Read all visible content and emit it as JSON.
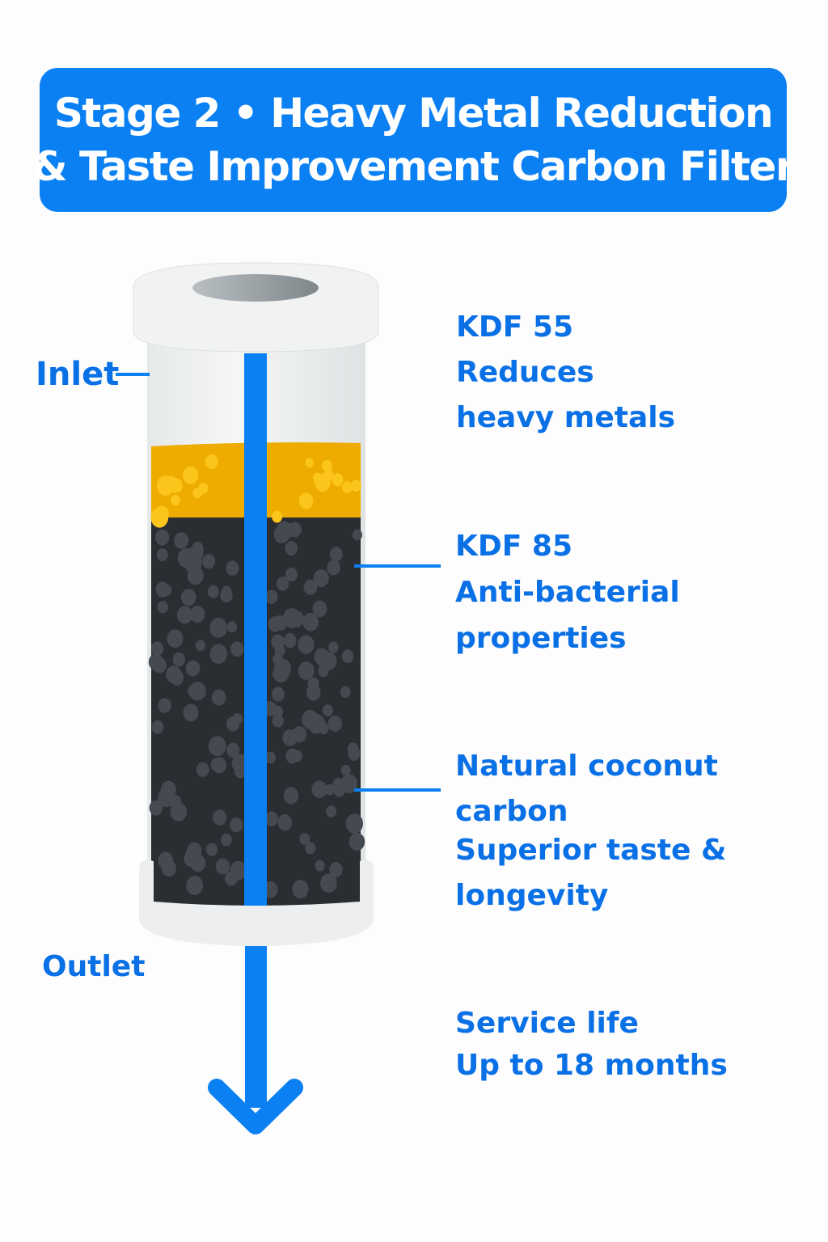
{
  "title": {
    "line1": "Stage 2 • Heavy Metal Reduction",
    "line2": "& Taste Improvement Carbon Filter"
  },
  "labels": {
    "inlet": "Inlet",
    "outlet": "Outlet",
    "kdf55": {
      "name": "KDF 55",
      "line1": "Reduces",
      "line2": "heavy metals"
    },
    "kdf85": {
      "name": "KDF 85",
      "line1": "Anti-bacterial",
      "line2": "properties"
    },
    "carbon": {
      "name": "Natural coconut",
      "name2": "carbon",
      "line1": "Superior taste &",
      "line2": "longevity"
    },
    "service": {
      "line1": "Service life",
      "line2": "Up to 18 months"
    }
  },
  "colors": {
    "accent": "#0b80f2",
    "text": "#0a70e6",
    "kdf": "#f2b400",
    "carbon": "#2a2e33"
  }
}
